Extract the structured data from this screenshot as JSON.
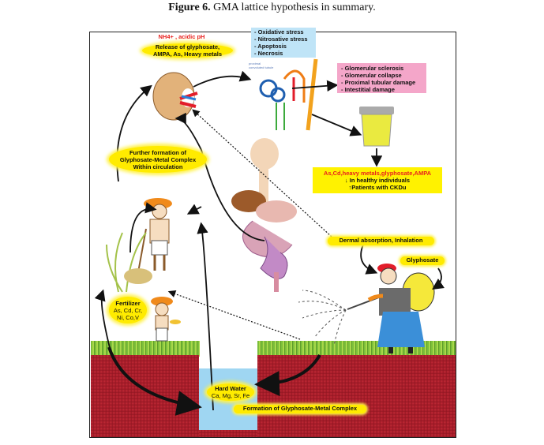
{
  "figure": {
    "label": "Figure 6.",
    "caption": "GMA lattice hypothesis in summary."
  },
  "labels": {
    "nh4": "NH4+ , acidic pH",
    "release": [
      "Release of glyphosate,",
      "AMPA, As, Heavy metals"
    ],
    "stress": [
      "- Oxidative stress",
      "- Nitrosative stress",
      "- Apoptosis",
      "- Necrosis"
    ],
    "tubule": "proximal convoluted tubule",
    "damage": [
      "- Glomerular sclerosis",
      "- Glomerular collapse",
      "- Proximal tubular damage",
      "- Intestitial damage"
    ],
    "urine": {
      "line1": "As,Cd,heavy metals,glyphosate,AMPA",
      "line2": "↓ In healthy individuals",
      "line3": "↑Patients with CKDu"
    },
    "further": [
      "Further formation of",
      "Glyphosate-Metal Complex",
      "Within circulation"
    ],
    "dermal": "Dermal absorption, Inhalation",
    "glyphosate": "Glyphosate",
    "fertilizer": {
      "title": "Fertilizer",
      "line1": "As, Cd, Cr,",
      "line2": "Ni, Co,V"
    },
    "hard_water": {
      "title": "Hard Water",
      "line1": "Ca, Mg, Sr, Fe"
    },
    "formation": "Formation of Glyphosate-Metal Complex"
  },
  "colors": {
    "highlight": "#ffeb00",
    "stress_box": "#bfe4f7",
    "damage_box": "#f4a6c9",
    "soil": "#a81e2b",
    "water": "#9fd6f2",
    "red_text": "#e8201e"
  }
}
